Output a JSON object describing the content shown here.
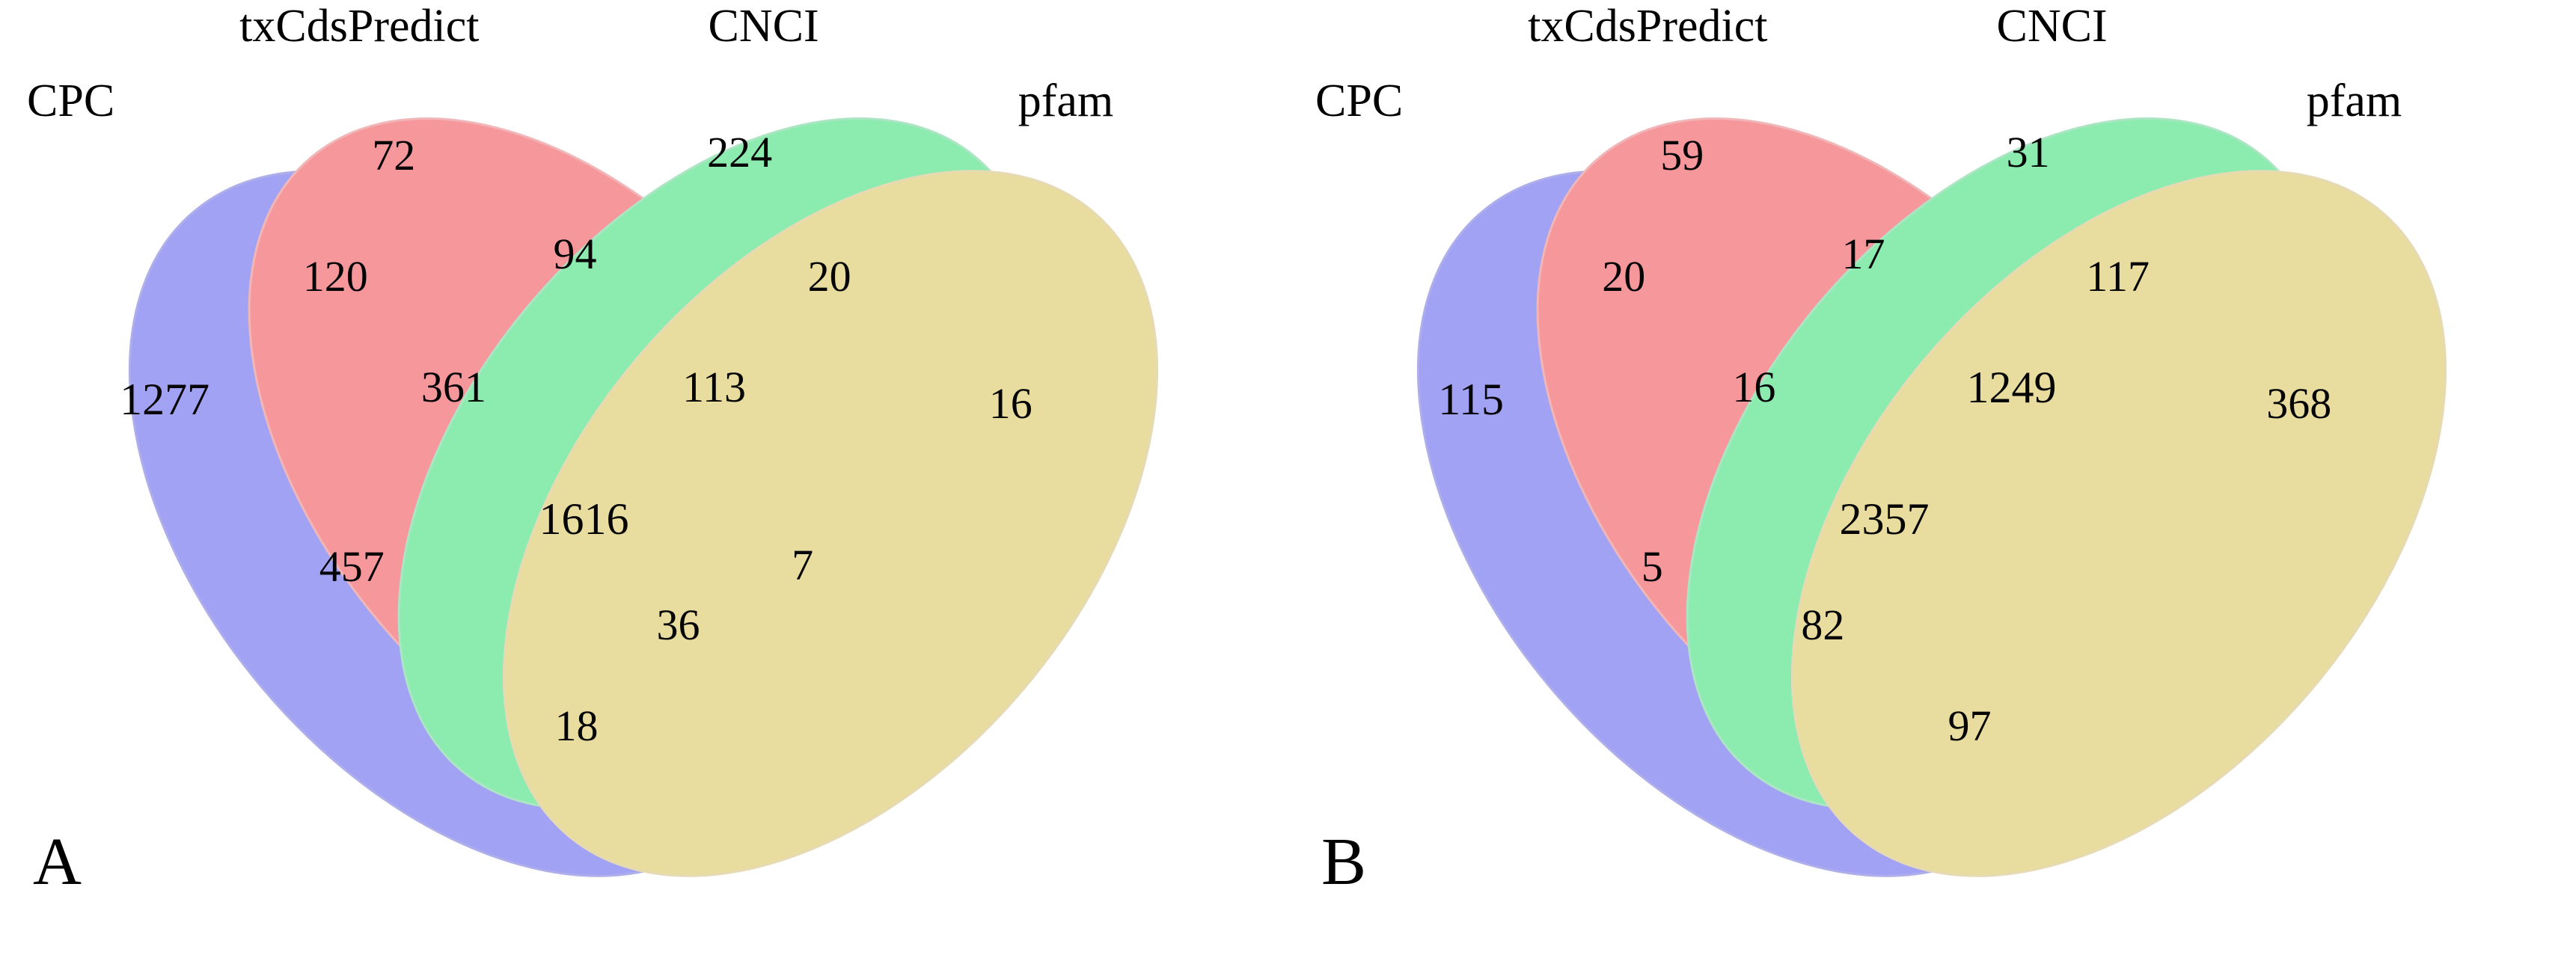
{
  "figure": {
    "type": "venn-4set-pair",
    "set_names": [
      "CPC",
      "txCdsPredict",
      "CNCI",
      "pfam"
    ],
    "set_colors": {
      "CPC": "#8e8ef0",
      "txCdsPredict": "#f59a9e",
      "CNCI": "#8fe8ae",
      "pfam": "#e9dcab"
    }
  },
  "panels": [
    {
      "letter": "A",
      "labels": {
        "cpc": "CPC",
        "txcdspredict": "txCdsPredict",
        "cnci": "CNCI",
        "pfam": "pfam"
      },
      "regions": {
        "cpc_only": "1277",
        "tx_only": "72",
        "cnci_only": "224",
        "pfam_only": "16",
        "cpc_tx": "120",
        "tx_cnci": "94",
        "cnci_pfam": "20",
        "cpc_tx_cnci": "361",
        "tx_cnci_pfam": "113",
        "cpc_cnci": "457",
        "cnci_pfam_tx_right": "7",
        "all_four": "1616",
        "cpc_tx_pfam": "36",
        "cpc_pfam": "18"
      }
    },
    {
      "letter": "B",
      "labels": {
        "cpc": "CPC",
        "txcdspredict": "txCdsPredict",
        "cnci": "CNCI",
        "pfam": "pfam"
      },
      "regions": {
        "cpc_only": "115",
        "tx_only": "59",
        "cnci_only": "31",
        "pfam_only": "368",
        "cpc_tx": "20",
        "tx_cnci": "17",
        "cnci_pfam": "117",
        "cpc_tx_cnci": "16",
        "tx_cnci_pfam": "1249",
        "cpc_cnci": "5",
        "cnci_pfam_tx_right": "",
        "all_four": "2357",
        "cpc_tx_pfam": "82",
        "cpc_pfam": "97"
      }
    }
  ],
  "chart_data": {
    "type": "venn",
    "title": "",
    "sets": [
      "CPC",
      "txCdsPredict",
      "CNCI",
      "pfam"
    ],
    "panels": [
      {
        "label": "A",
        "counts": {
          "CPC": 1277,
          "txCdsPredict": 72,
          "CNCI": 224,
          "pfam": 16,
          "CPC&txCdsPredict": 120,
          "txCdsPredict&CNCI": 94,
          "CNCI&pfam": 20,
          "CPC&CNCI": 457,
          "CPC&pfam": 18,
          "txCdsPredict&pfam": 7,
          "CPC&txCdsPredict&CNCI": 361,
          "txCdsPredict&CNCI&pfam": 113,
          "CPC&txCdsPredict&pfam": 36,
          "CPC&txCdsPredict&CNCI&pfam": 1616
        }
      },
      {
        "label": "B",
        "counts": {
          "CPC": 115,
          "txCdsPredict": 59,
          "CNCI": 31,
          "pfam": 368,
          "CPC&txCdsPredict": 20,
          "txCdsPredict&CNCI": 17,
          "CNCI&pfam": 117,
          "CPC&CNCI": 5,
          "CPC&pfam": 97,
          "txCdsPredict&pfam": null,
          "CPC&txCdsPredict&CNCI": 16,
          "txCdsPredict&CNCI&pfam": 1249,
          "CPC&txCdsPredict&pfam": 82,
          "CPC&txCdsPredict&CNCI&pfam": 2357
        }
      }
    ]
  }
}
